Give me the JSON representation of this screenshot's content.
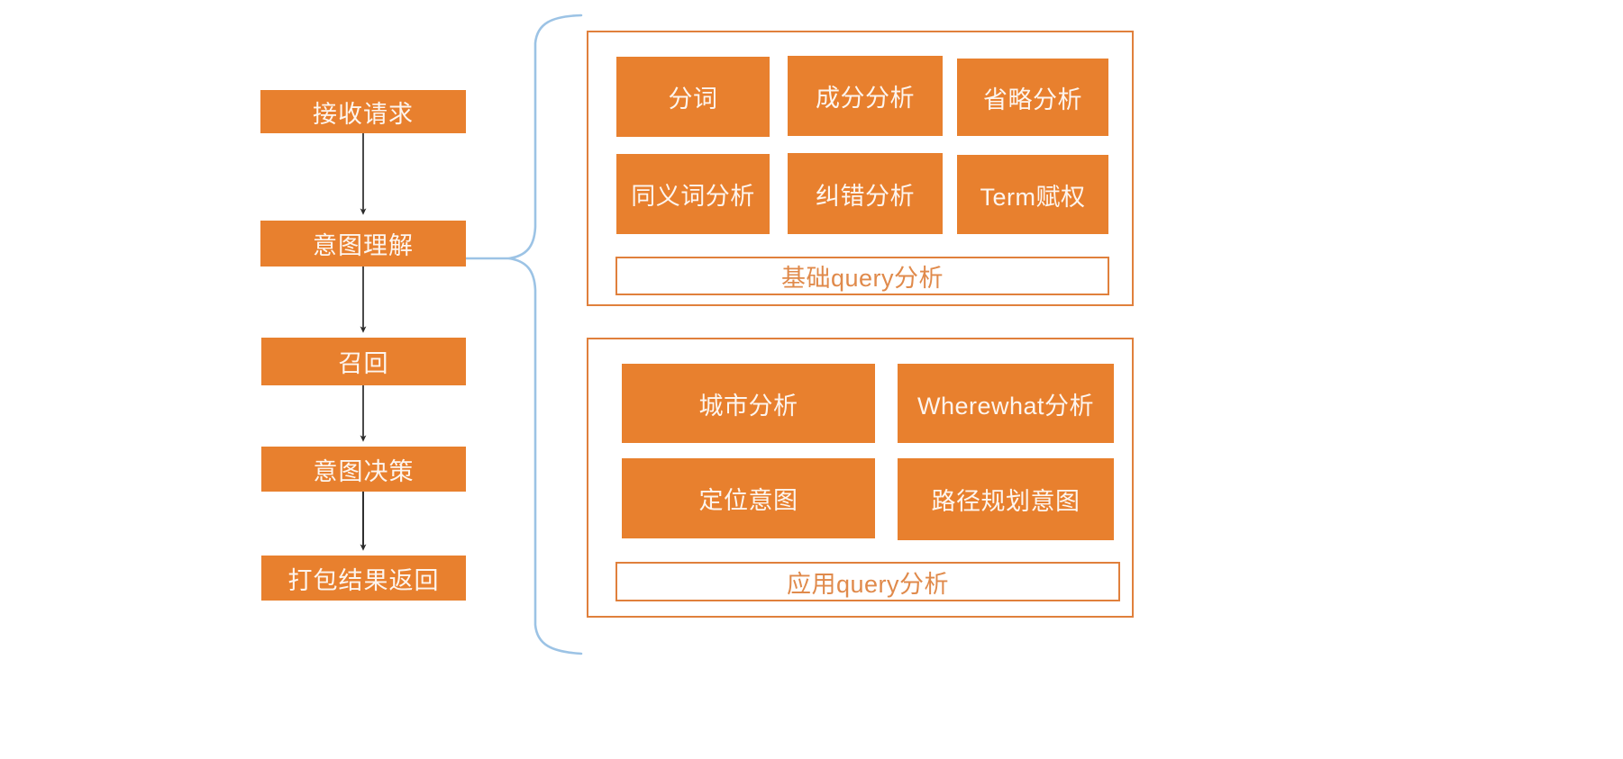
{
  "diagram": {
    "title": "Query intent understanding pipeline",
    "colors": {
      "tile_fill": "#E8802E",
      "tile_text": "#FDF5EF",
      "panel_border": "#E0803C",
      "caption_text": "#E08A4B",
      "brace_stroke": "#9CC3E5",
      "arrow_stroke": "#3F3F3F",
      "background": "#FFFFFF"
    },
    "flow": {
      "name": "main-pipeline",
      "steps": [
        {
          "id": "step-receive",
          "label": "接收请求"
        },
        {
          "id": "step-intent-understanding",
          "label": "意图理解"
        },
        {
          "id": "step-recall",
          "label": "召回"
        },
        {
          "id": "step-intent-decision",
          "label": "意图决策"
        },
        {
          "id": "step-package-return",
          "label": "打包结果返回"
        }
      ],
      "arrows": [
        {
          "from": "step-receive",
          "to": "step-intent-understanding"
        },
        {
          "from": "step-intent-understanding",
          "to": "step-recall"
        },
        {
          "from": "step-recall",
          "to": "step-intent-decision"
        },
        {
          "from": "step-intent-decision",
          "to": "step-package-return"
        }
      ]
    },
    "brace": {
      "name": "expand-brace",
      "source_step": "step-intent-understanding",
      "targets": [
        "panel-basic-query",
        "panel-applied-query"
      ]
    },
    "panels": [
      {
        "id": "panel-basic-query",
        "caption": "基础query分析",
        "rows": [
          [
            "分词",
            "成分分析",
            "省略分析"
          ],
          [
            "同义词分析",
            "纠错分析",
            "Term赋权"
          ]
        ]
      },
      {
        "id": "panel-applied-query",
        "caption": "应用query分析",
        "rows": [
          [
            "城市分析",
            "Wherewhat分析"
          ],
          [
            "定位意图",
            "路径规划意图"
          ]
        ]
      }
    ]
  }
}
